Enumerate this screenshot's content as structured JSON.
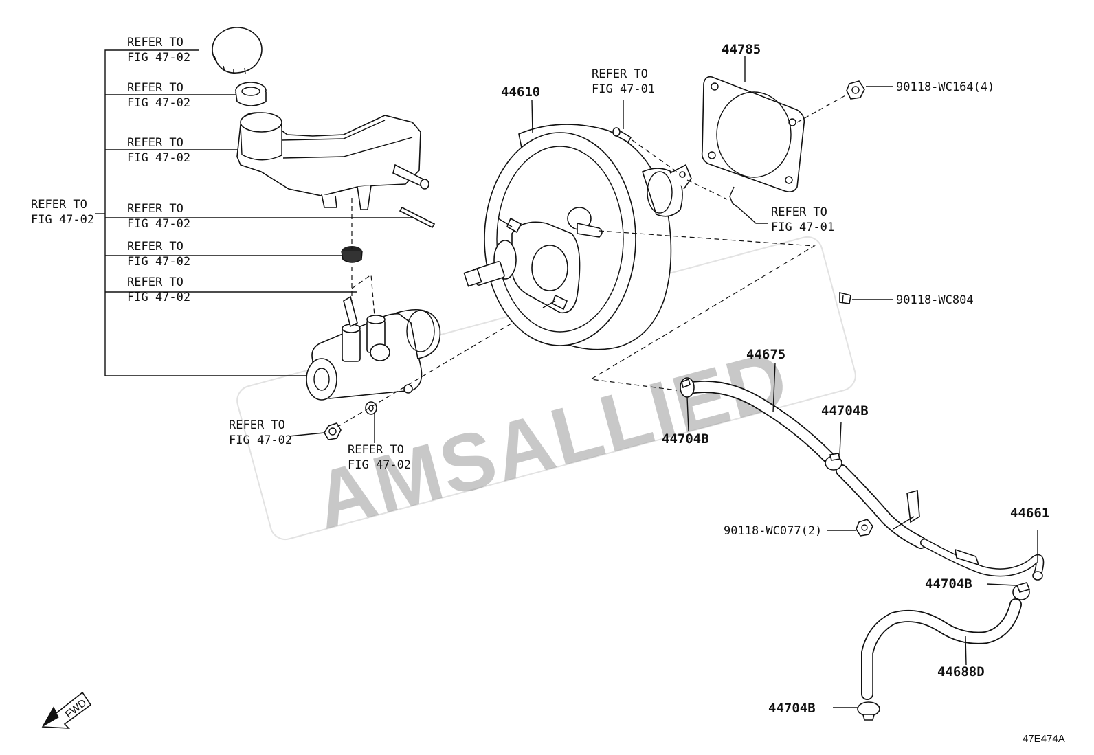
{
  "diagram": {
    "watermark": "AMSALLIED",
    "figure_code": "47E474A",
    "fwd_label": "FWD",
    "refer_labels": {
      "cap": {
        "line1": "REFER TO",
        "line2": "FIG 47-02"
      },
      "strainer": {
        "line1": "REFER TO",
        "line2": "FIG 47-02"
      },
      "reservoir": {
        "line1": "REFER TO",
        "line2": "FIG 47-02"
      },
      "group": {
        "line1": "REFER TO",
        "line2": "FIG 47-02"
      },
      "pin": {
        "line1": "REFER TO",
        "line2": "FIG 47-02"
      },
      "grommet": {
        "line1": "REFER TO",
        "line2": "FIG 47-02"
      },
      "cylinder": {
        "line1": "REFER TO",
        "line2": "FIG 47-02"
      },
      "nut": {
        "line1": "REFER TO",
        "line2": "FIG 47-02"
      },
      "washer": {
        "line1": "REFER TO",
        "line2": "FIG 47-02"
      },
      "clevis_pin": {
        "line1": "REFER TO",
        "line2": "FIG 47-01"
      },
      "clip": {
        "line1": "REFER TO",
        "line2": "FIG 47-01"
      }
    },
    "part_numbers": {
      "booster": "44610",
      "gasket": "44785",
      "nut_top": "90118-WC164(4)",
      "bolt": "90118-WC804",
      "hose_main": "44675",
      "clamp_a": "44704B",
      "clamp_b": "44704B",
      "bracket_nut": "90118-WC077(2)",
      "tube": "44661",
      "clamp_c": "44704B",
      "hose_lower": "44688D",
      "clamp_d": "44704B"
    }
  }
}
